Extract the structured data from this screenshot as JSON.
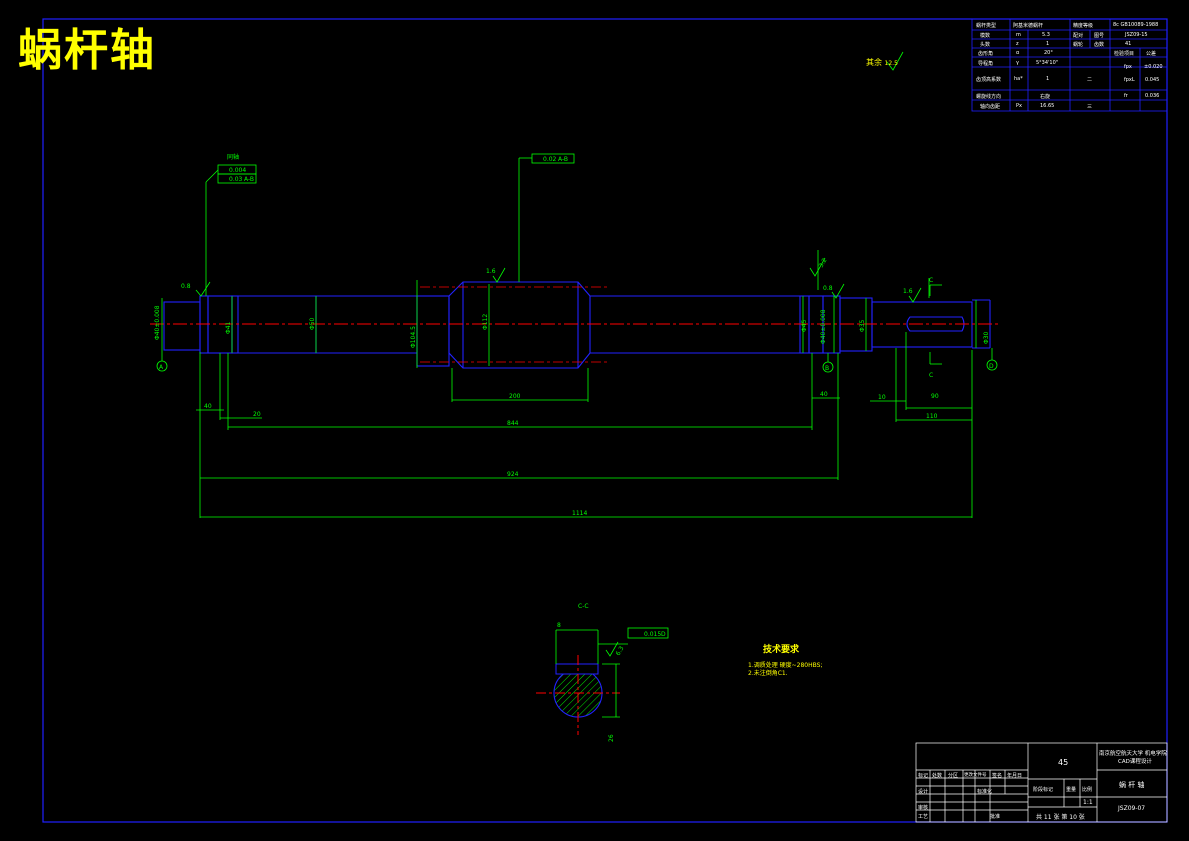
{
  "drawing": {
    "title": "蜗杆轴",
    "material": "45",
    "part_name": "蜗 杆 轴",
    "org_line1": "南京航空航天大学 机电学院",
    "org_line2": "CAD课程设计",
    "drawing_no": "JSZ09-07",
    "sheet_info": "共 11 张  第 10 张",
    "scale": "1:1",
    "other_roughness": "其余"
  },
  "tech_requirements": {
    "title": "技术要求",
    "items": [
      "1.调质处理 硬度~280HBS;",
      "2.未注倒角C1."
    ]
  },
  "dimensions": {
    "d1": "Φ40±0.008",
    "d2": "Φ41",
    "d3": "Φ50",
    "d4": "Φ104.5",
    "d5": "Φ112",
    "d6": "Φ45",
    "d7": "Φ40±0.008",
    "d8": "Φ35",
    "d9": "Φ30",
    "L_40a": "40",
    "L_20": "20",
    "L_200": "200",
    "L_844": "844",
    "L_924": "924",
    "L_1114": "1114",
    "L_40b": "40",
    "L_10": "10",
    "L_90": "90",
    "L_110": "110",
    "key_w": "8",
    "key_depth": "26",
    "section": "C-C",
    "datum_A": "A",
    "datum_B": "B",
    "datum_D": "D",
    "cut_C": "C",
    "tol_1": "0.004",
    "tol_2": "0.03",
    "tol_A_B": "A-B",
    "tol_3": "0.02",
    "tol_4": "0.015",
    "tol_D": "D",
    "rough_08a": "0.8",
    "rough_08b": "0.8",
    "rough_16a": "1.6",
    "rough_16b": "1.6",
    "rough_32": "3.2",
    "rough_125": "12.5",
    "rough_63": "6.3",
    "note_ship": "同轴"
  },
  "params": {
    "rows": [
      [
        "蜗杆类型",
        "",
        "阿基米德蜗杆",
        "精度等级",
        "",
        "8c GB10089-1988"
      ],
      [
        "模数",
        "m",
        "5.3",
        "配对",
        "图号",
        "JSZ09-15"
      ],
      [
        "头数",
        "z",
        "1",
        "蜗轮",
        "齿数",
        "41"
      ],
      [
        "齿形角",
        "α",
        "20°",
        "",
        "检验项目",
        "公差"
      ],
      [
        "导程角",
        "γ",
        "5°34'10\"",
        "",
        "",
        ""
      ],
      [
        "齿顶高系数",
        "ha*",
        "1",
        "二",
        "fpx",
        "±0.020"
      ],
      [
        "螺旋线方向",
        "",
        "右旋",
        "",
        "fpxL",
        "0.045"
      ],
      [
        "轴向齿距",
        "Px",
        "16.65",
        "三",
        "fr",
        "0.036"
      ]
    ]
  },
  "titleblock": {
    "labels": [
      "标记",
      "处数",
      "分区",
      "更改文件号",
      "签名",
      "年月日",
      "设计",
      "审核",
      "工艺",
      "批准",
      "标准化",
      "阶段标记",
      "重量",
      "比例"
    ]
  },
  "colors": {
    "frame": "#1a1aff",
    "dim": "#00ff00",
    "center": "#ff0000",
    "title": "#ffff00",
    "part": "#2222ff",
    "white": "#ffffff"
  }
}
